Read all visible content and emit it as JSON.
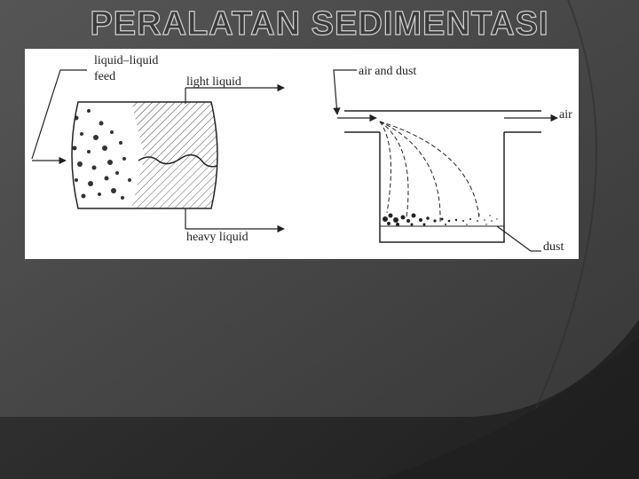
{
  "slide": {
    "title": "PERALATAN SEDIMENTASI"
  },
  "figure": {
    "left_diagram": {
      "feed_label_line1": "liquid–liquid",
      "feed_label_line2": "feed",
      "light_label": "light liquid",
      "heavy_label": "heavy liquid"
    },
    "right_diagram": {
      "inlet_label": "air and dust",
      "outlet_label": "air",
      "dust_label": "dust"
    }
  },
  "colors": {
    "background_dark": "#2a2a2a",
    "background_panel": "#4a4a4a",
    "figure_background": "#ffffff",
    "line_color": "#222222"
  }
}
